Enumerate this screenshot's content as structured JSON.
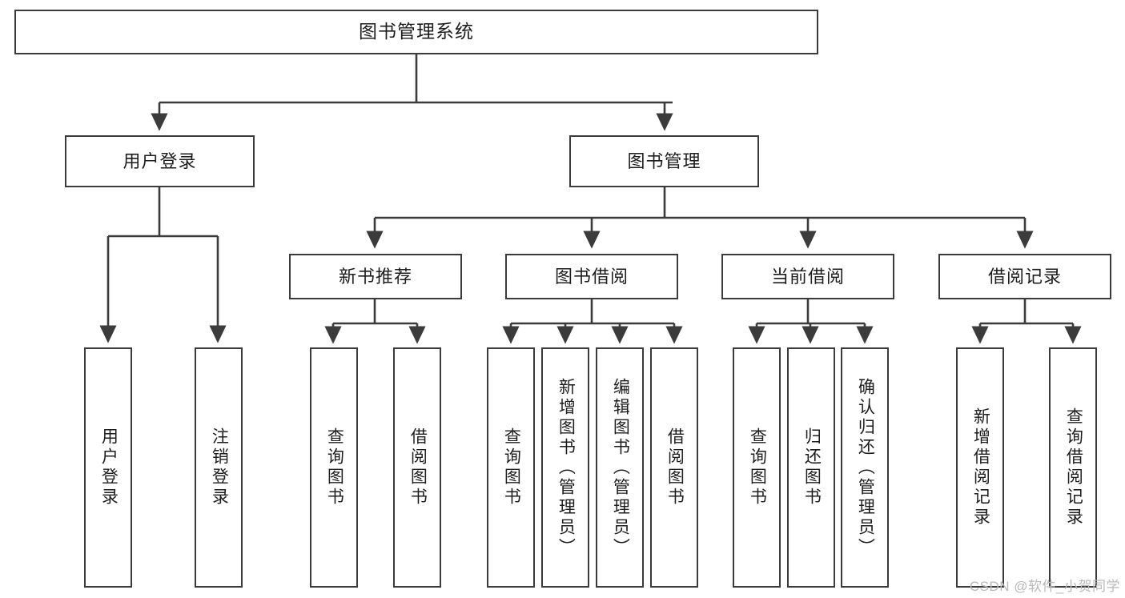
{
  "diagram": {
    "type": "tree-hierarchy-chart",
    "title": "图书管理系统",
    "colors": {
      "box_border": "#3b3b3b",
      "box_fill": "#ffffff",
      "edge": "#3b3b3b",
      "text": "#1d1d1d",
      "background": "#ffffff",
      "watermark": "#b9b9b9"
    },
    "root": {
      "label": "图书管理系统"
    },
    "level2": [
      {
        "id": "user-login",
        "label": "用户登录"
      },
      {
        "id": "book-manage",
        "label": "图书管理"
      }
    ],
    "level3": [
      {
        "id": "new-book-recommend",
        "label": "新书推荐",
        "parent": "book-manage"
      },
      {
        "id": "book-borrow",
        "label": "图书借阅",
        "parent": "book-manage"
      },
      {
        "id": "current-borrow",
        "label": "当前借阅",
        "parent": "book-manage"
      },
      {
        "id": "borrow-record",
        "label": "借阅记录",
        "parent": "book-manage"
      }
    ],
    "leaves": [
      {
        "id": "leaf-user-login",
        "label": "用户登录",
        "parent": "user-login"
      },
      {
        "id": "leaf-logout-login",
        "label": "注销登录",
        "parent": "user-login"
      },
      {
        "id": "leaf-query-book-1",
        "label": "查询图书",
        "parent": "new-book-recommend"
      },
      {
        "id": "leaf-borrow-book-1",
        "label": "借阅图书",
        "parent": "new-book-recommend"
      },
      {
        "id": "leaf-query-book-2",
        "label": "查询图书",
        "parent": "book-borrow"
      },
      {
        "id": "leaf-add-book",
        "label": "新增图书（管理员）",
        "parent": "book-borrow"
      },
      {
        "id": "leaf-edit-book",
        "label": "编辑图书（管理员）",
        "parent": "book-borrow"
      },
      {
        "id": "leaf-borrow-book-2",
        "label": "借阅图书",
        "parent": "book-borrow"
      },
      {
        "id": "leaf-query-book-3",
        "label": "查询图书",
        "parent": "current-borrow"
      },
      {
        "id": "leaf-return-book",
        "label": "归还图书",
        "parent": "current-borrow"
      },
      {
        "id": "leaf-confirm-return",
        "label": "确认归还（管理员）",
        "parent": "current-borrow"
      },
      {
        "id": "leaf-add-record",
        "label": "新增借阅记录",
        "parent": "borrow-record"
      },
      {
        "id": "leaf-query-record",
        "label": "查询借阅记录",
        "parent": "borrow-record"
      }
    ],
    "watermark": "CSDN @软件_小贺同学"
  }
}
